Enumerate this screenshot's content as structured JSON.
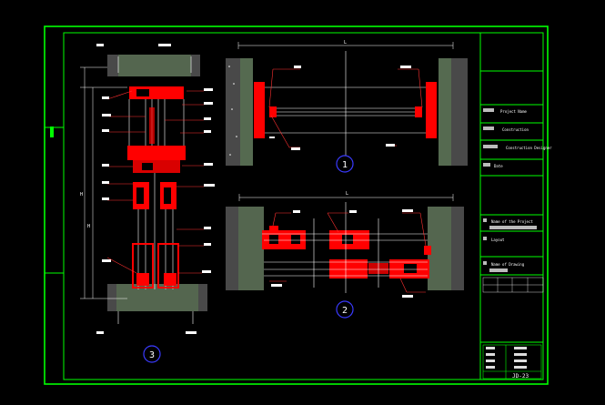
{
  "colors": {
    "background": "#000000",
    "frame": "#00ff00",
    "section": "#ff0000",
    "outline": "#ffffff",
    "concrete": "#8a8a8a",
    "bubble_ring": "#3a3aff",
    "leader": "#ff3030",
    "label_text": "#ffffff"
  },
  "title_block": {
    "project_name": "Project Name",
    "construction": "Construction",
    "designer": "Construction Designer",
    "date": "Date",
    "section_title": "Name of the Project",
    "layout": "Layout",
    "drawing_name": "Name of Drawing",
    "sheet_no": "JD-23"
  },
  "detail_bubbles": {
    "detail1": "1",
    "detail2": "2",
    "detail3": "3"
  },
  "dimension_marks": {
    "detail1_width": "L",
    "detail2_width": "L",
    "detail3_height": "H",
    "detail3_height2": "H"
  }
}
